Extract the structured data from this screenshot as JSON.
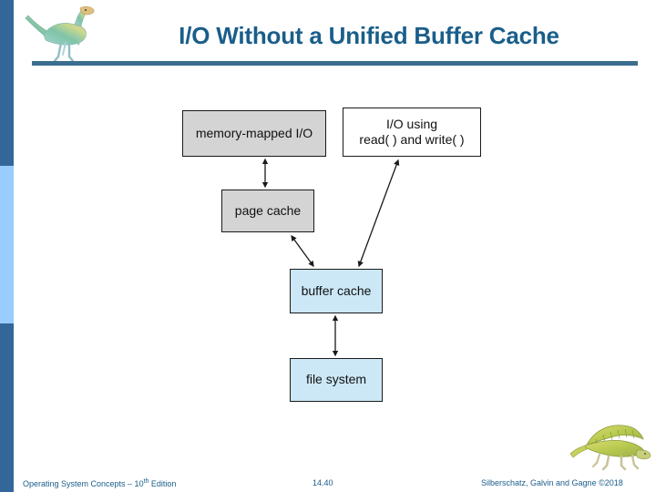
{
  "slide": {
    "title": "I/O Without a Unified Buffer Cache",
    "accent_color": "#1A5E8A",
    "rule_color": "#3B6E8F",
    "sidebar_dark_color": "#336699",
    "sidebar_light_color": "#99CCFF"
  },
  "logos": {
    "header_logo_name": "dinosaur-logo",
    "footer_logo_name": "dimetrodon-logo"
  },
  "diagram": {
    "type": "flow",
    "nodes": [
      {
        "id": "mmio",
        "label": "memory-mapped I/O",
        "fill": "#D4D4D4",
        "border": "#1a1a1a"
      },
      {
        "id": "io_rw_line1",
        "label": "I/O using",
        "fill": "#FFFFFF",
        "border": "#1a1a1a"
      },
      {
        "id": "io_rw_line2",
        "label": "read( ) and write( )",
        "fill": "#FFFFFF",
        "border": "#1a1a1a"
      },
      {
        "id": "page_cache",
        "label": "page cache",
        "fill": "#D4D4D4",
        "border": "#1a1a1a"
      },
      {
        "id": "buffer_cache",
        "label": "buffer cache",
        "fill": "#CCE8F7",
        "border": "#1a1a1a"
      },
      {
        "id": "file_system",
        "label": "file system",
        "fill": "#CCE8F7",
        "border": "#1a1a1a"
      }
    ],
    "edges": [
      {
        "from": "mmio",
        "to": "page_cache",
        "style": "double-arrow-vertical"
      },
      {
        "from": "page_cache",
        "to": "buffer_cache",
        "style": "double-arrow-diagonal"
      },
      {
        "from": "io_rw",
        "to": "buffer_cache",
        "style": "double-arrow-diagonal-long"
      },
      {
        "from": "buffer_cache",
        "to": "file_system",
        "style": "double-arrow-vertical"
      }
    ]
  },
  "footer": {
    "left_prefix": "Operating System Concepts – 10",
    "left_sup": "th",
    "left_suffix": " Edition",
    "slide_number": "14.40",
    "credit": "Silberschatz, Galvin and Gagne ©2018"
  }
}
